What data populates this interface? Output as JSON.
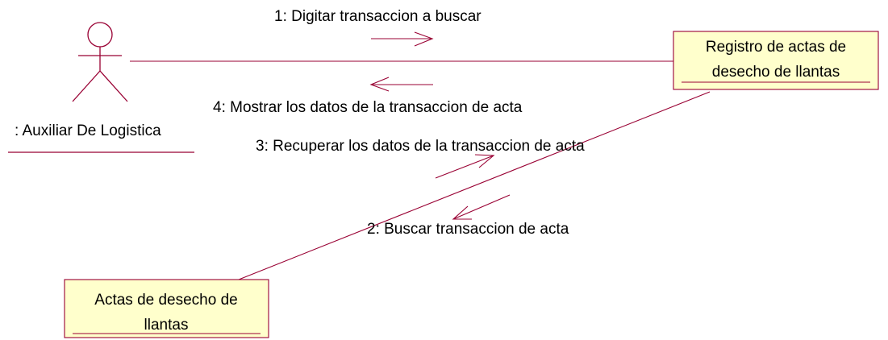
{
  "actor": {
    "label": ": Auxiliar De Logistica",
    "icon": "stick-figure-icon"
  },
  "objects": {
    "registro": {
      "line1": "Registro de actas de",
      "line2": "desecho de llantas"
    },
    "actas": {
      "line1": "Actas de desecho de",
      "line2": "llantas"
    }
  },
  "messages": {
    "m1": "1: Digitar transaccion a buscar",
    "m2": "2: Buscar transaccion de acta",
    "m3": "3: Recuperar los datos de la transaccion de acta",
    "m4": "4: Mostrar los datos de la transaccion de acta"
  },
  "colors": {
    "stroke": "#990033",
    "object_fill": "#ffffcc",
    "text": "#000000"
  }
}
